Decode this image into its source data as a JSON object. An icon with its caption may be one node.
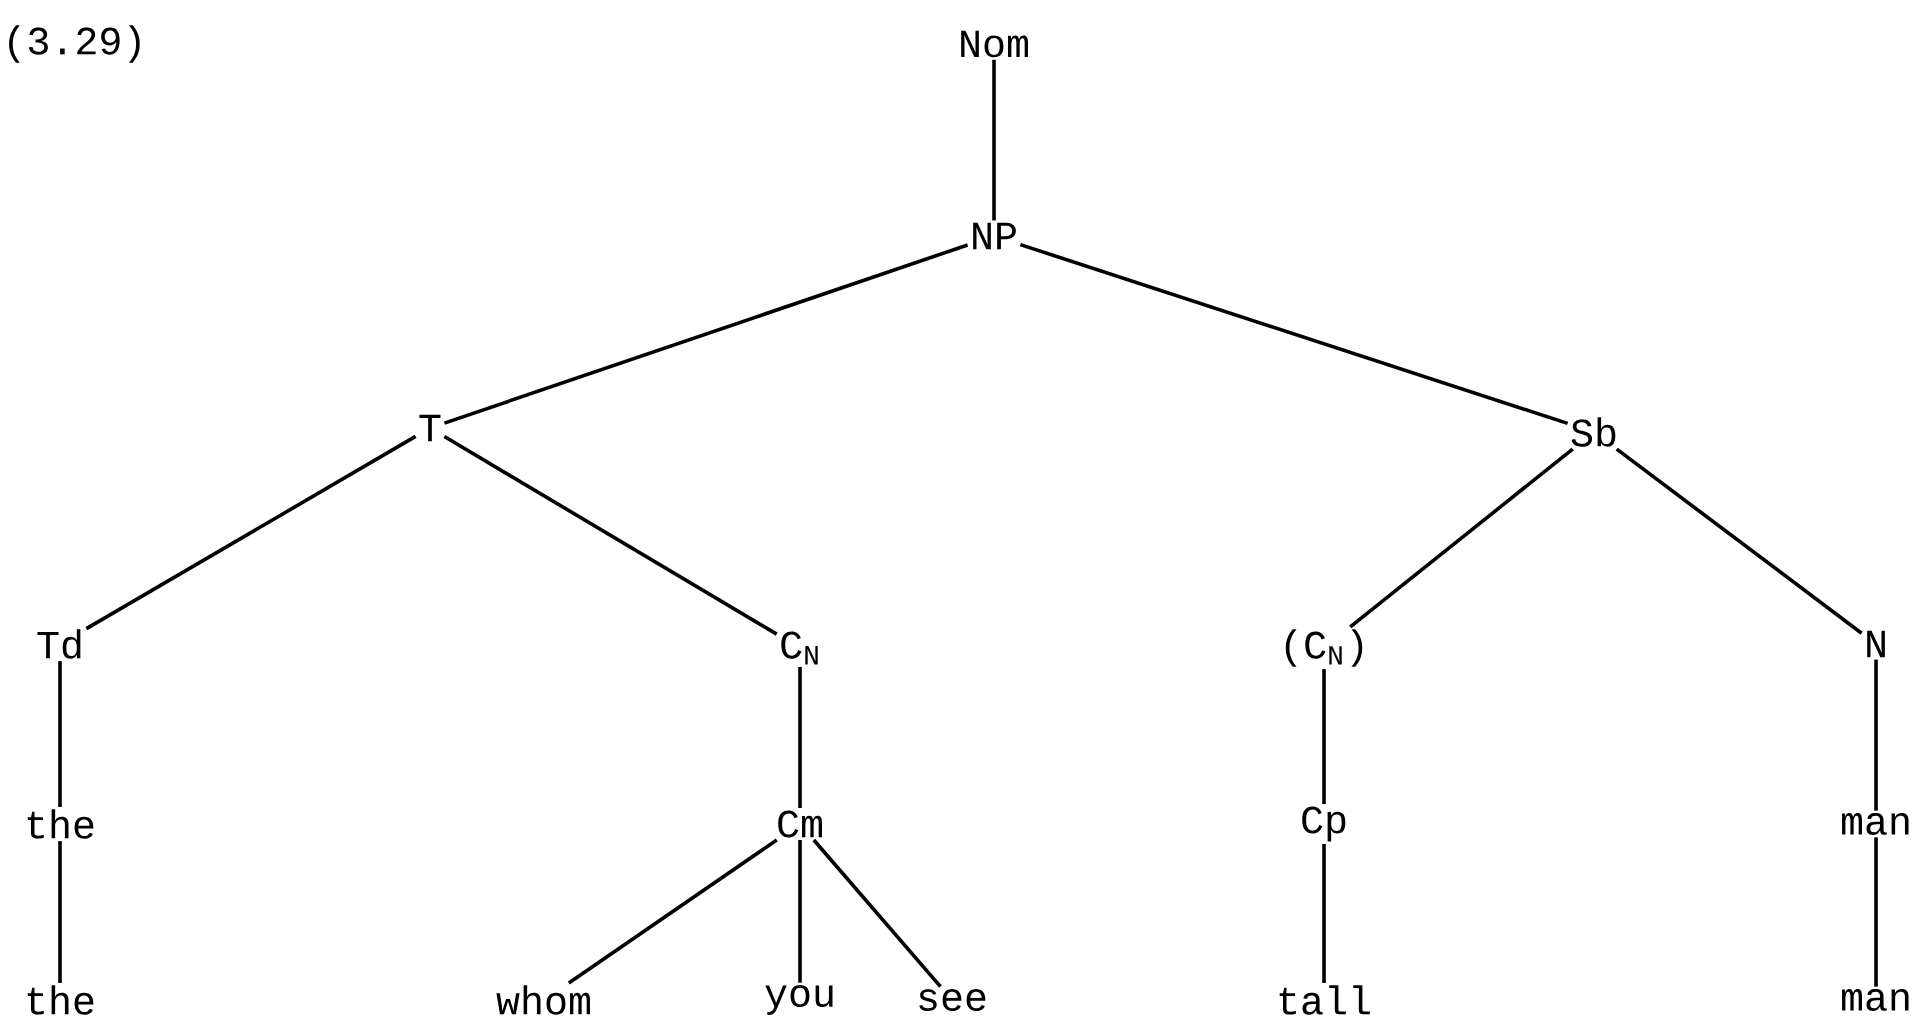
{
  "diagram": {
    "nodes": [
      {
        "text": [
          "Nom"
        ]
      },
      {
        "text": [
          "NP"
        ]
      },
      {
        "text": [
          "T"
        ]
      },
      {
        "text": [
          "Sb"
        ]
      },
      {
        "text": [
          "Td"
        ]
      },
      {
        "text": [
          "C$_{N}$"
        ]
      },
      {
        "text": [
          "(C$_{N}$)"
        ]
      },
      {
        "text": [
          "N"
        ]
      },
      {
        "text": [
          "the"
        ]
      },
      {
        "text": [
          "Cm"
        ]
      },
      {
        "text": [
          "Cp"
        ]
      },
      {
        "text": [
          "man"
        ]
      },
      {
        "text": [
          "the"
        ]
      },
      {
        "text": [
          "whom"
        ]
      },
      {
        "text": [
          "you"
        ]
      },
      {
        "text": [
          "see"
        ]
      },
      {
        "text": [
          "tall"
        ]
      },
      {
        "text": [
          "man"
        ]
      }
    ],
    "edges": [
      {
        "from": 0,
        "to": 1,
        "arrow": "none"
      },
      {
        "from": 1,
        "to": 2,
        "arrow": "none"
      },
      {
        "from": 1,
        "to": 3,
        "arrow": "none"
      },
      {
        "from": 2,
        "to": 4,
        "arrow": "none"
      },
      {
        "from": 2,
        "to": 5,
        "arrow": "none"
      },
      {
        "from": 3,
        "to": 6,
        "arrow": "none"
      },
      {
        "from": 3,
        "to": 7,
        "arrow": "none"
      },
      {
        "from": 4,
        "to": 8,
        "arrow": "none"
      },
      {
        "from": 5,
        "to": 9,
        "arrow": "none"
      },
      {
        "from": 6,
        "to": 10,
        "arrow": "none"
      },
      {
        "from": 7,
        "to": 11,
        "arrow": "none"
      },
      {
        "from": 8,
        "to": 12,
        "arrow": "none"
      },
      {
        "from": 9,
        "to": 13,
        "arrow": "none"
      },
      {
        "from": 9,
        "to": 14,
        "arrow": "none"
      },
      {
        "from": 9,
        "to": 15,
        "arrow": "none"
      },
      {
        "from": 10,
        "to": 16,
        "arrow": "none"
      },
      {
        "from": 11,
        "to": 17,
        "arrow": "none"
      }
    ],
    "labels": [
      "(3.29)"
    ]
  }
}
